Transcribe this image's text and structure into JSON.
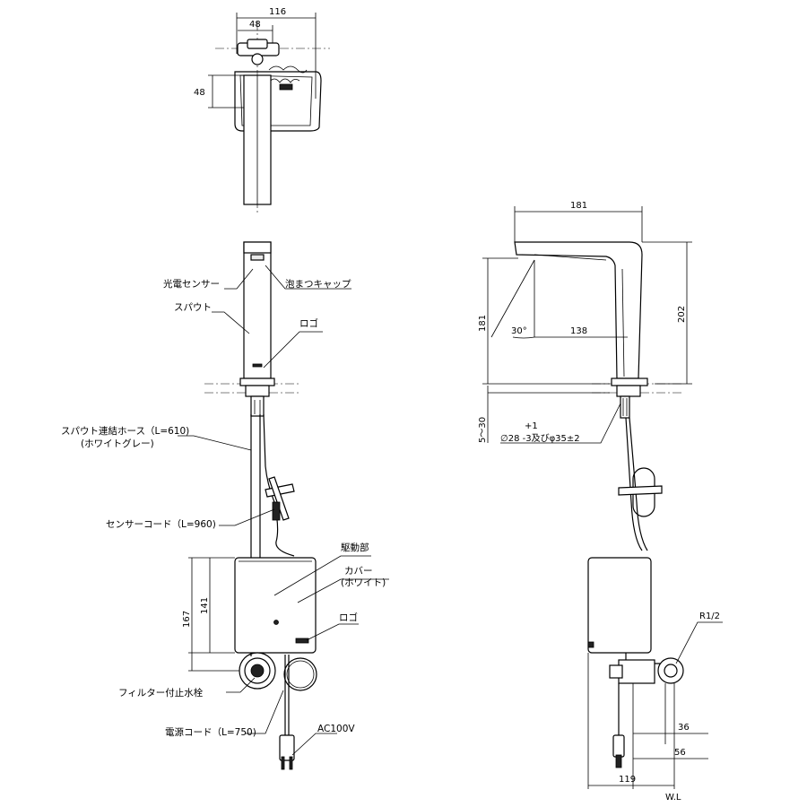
{
  "top_view": {
    "dim_width": "116",
    "dim_spout_width": "48",
    "dim_depth": "48"
  },
  "front_view": {
    "labels": {
      "photo_sensor": "光電センサー",
      "aerator_cap": "泡まつキャップ",
      "spout": "スパウト",
      "logo_spout": "ロゴ",
      "hose": "スパウト連結ホース（L=610)",
      "hose_color": "(ホワイトグレー)",
      "sensor_cord": "センサーコード（L=960)",
      "drive_unit": "駆動部",
      "cover": "カバー",
      "cover_color": "(ホワイト)",
      "logo_cover": "ロゴ",
      "filter_valve": "フィルター付止水栓",
      "power_cord": "電源コード（L=750)",
      "power": "AC100V"
    },
    "dims": {
      "unit_height_total": "167",
      "unit_height_body": "141"
    }
  },
  "side_view": {
    "dims": {
      "spout_reach": "181",
      "height_total": "202",
      "height_outlet": "181",
      "outlet_reach": "138",
      "angle": "30°",
      "counter_thickness": "5～30",
      "hole_tol": "+1",
      "hole_spec": "∅28 -3及びφ35±2",
      "pipe_thread": "R1/2",
      "offset_36": "36",
      "offset_56": "56",
      "offset_119": "119"
    },
    "wall_line": "W.L"
  }
}
